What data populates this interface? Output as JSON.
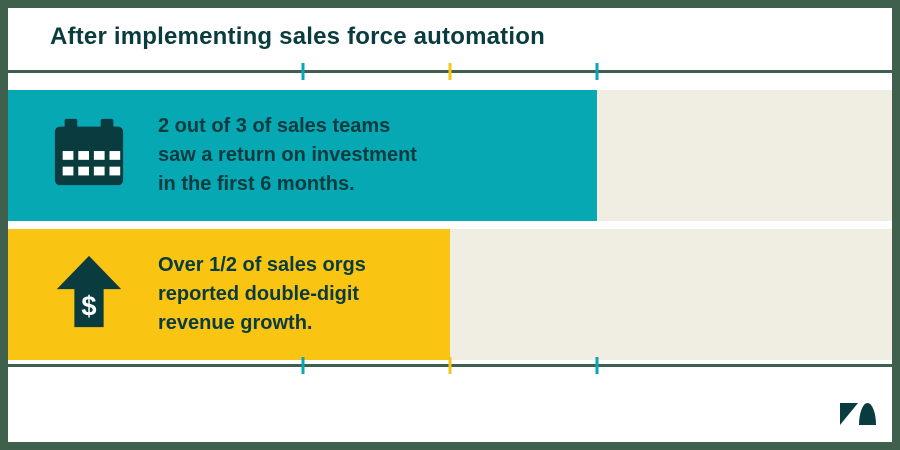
{
  "colors": {
    "frame_green": "#40604E",
    "panel_white": "#FFFFFF",
    "ink_teal": "#093B3F",
    "bar_teal": "#05A8B3",
    "bar_yellow": "#FAC413",
    "track_beige": "#F0EDE3"
  },
  "header": {
    "title": "After implementing sales force automation"
  },
  "chart_data": {
    "type": "bar",
    "orientation": "horizontal",
    "title": "After implementing sales force automation",
    "categories": [
      "Sales teams that saw a return on investment in the first 6 months",
      "Sales orgs that reported double-digit revenue growth"
    ],
    "values": [
      0.667,
      0.5
    ],
    "series": [
      {
        "name": "ROI in first 6 months",
        "stat": "2 out of 3",
        "fraction": 0.667,
        "color": "#05A8B3",
        "icon": "calendar-icon"
      },
      {
        "name": "Double-digit revenue growth",
        "stat": "Over 1/2",
        "fraction": 0.5,
        "color": "#FAC413",
        "icon": "dollar-arrow-icon"
      }
    ],
    "xlim": [
      0,
      1
    ],
    "tick_marks": [
      {
        "position_pct": 33.33,
        "color": "#05A8B3"
      },
      {
        "position_pct": 50,
        "color": "#FAC413"
      },
      {
        "position_pct": 66.67,
        "color": "#05A8B3"
      }
    ],
    "track_color": "#F0EDE3",
    "grid": false,
    "legend": false
  },
  "bars": [
    {
      "width_pct": 66.67,
      "lines": [
        "2 out of 3 of sales teams",
        "saw a return on investment",
        "in the first 6 months."
      ]
    },
    {
      "width_pct": 50,
      "icon_symbol": "$",
      "lines": [
        "Over 1/2 of sales orgs",
        "reported double-digit",
        "revenue growth."
      ]
    }
  ],
  "footer": {
    "logo": "zendesk-logomark"
  }
}
